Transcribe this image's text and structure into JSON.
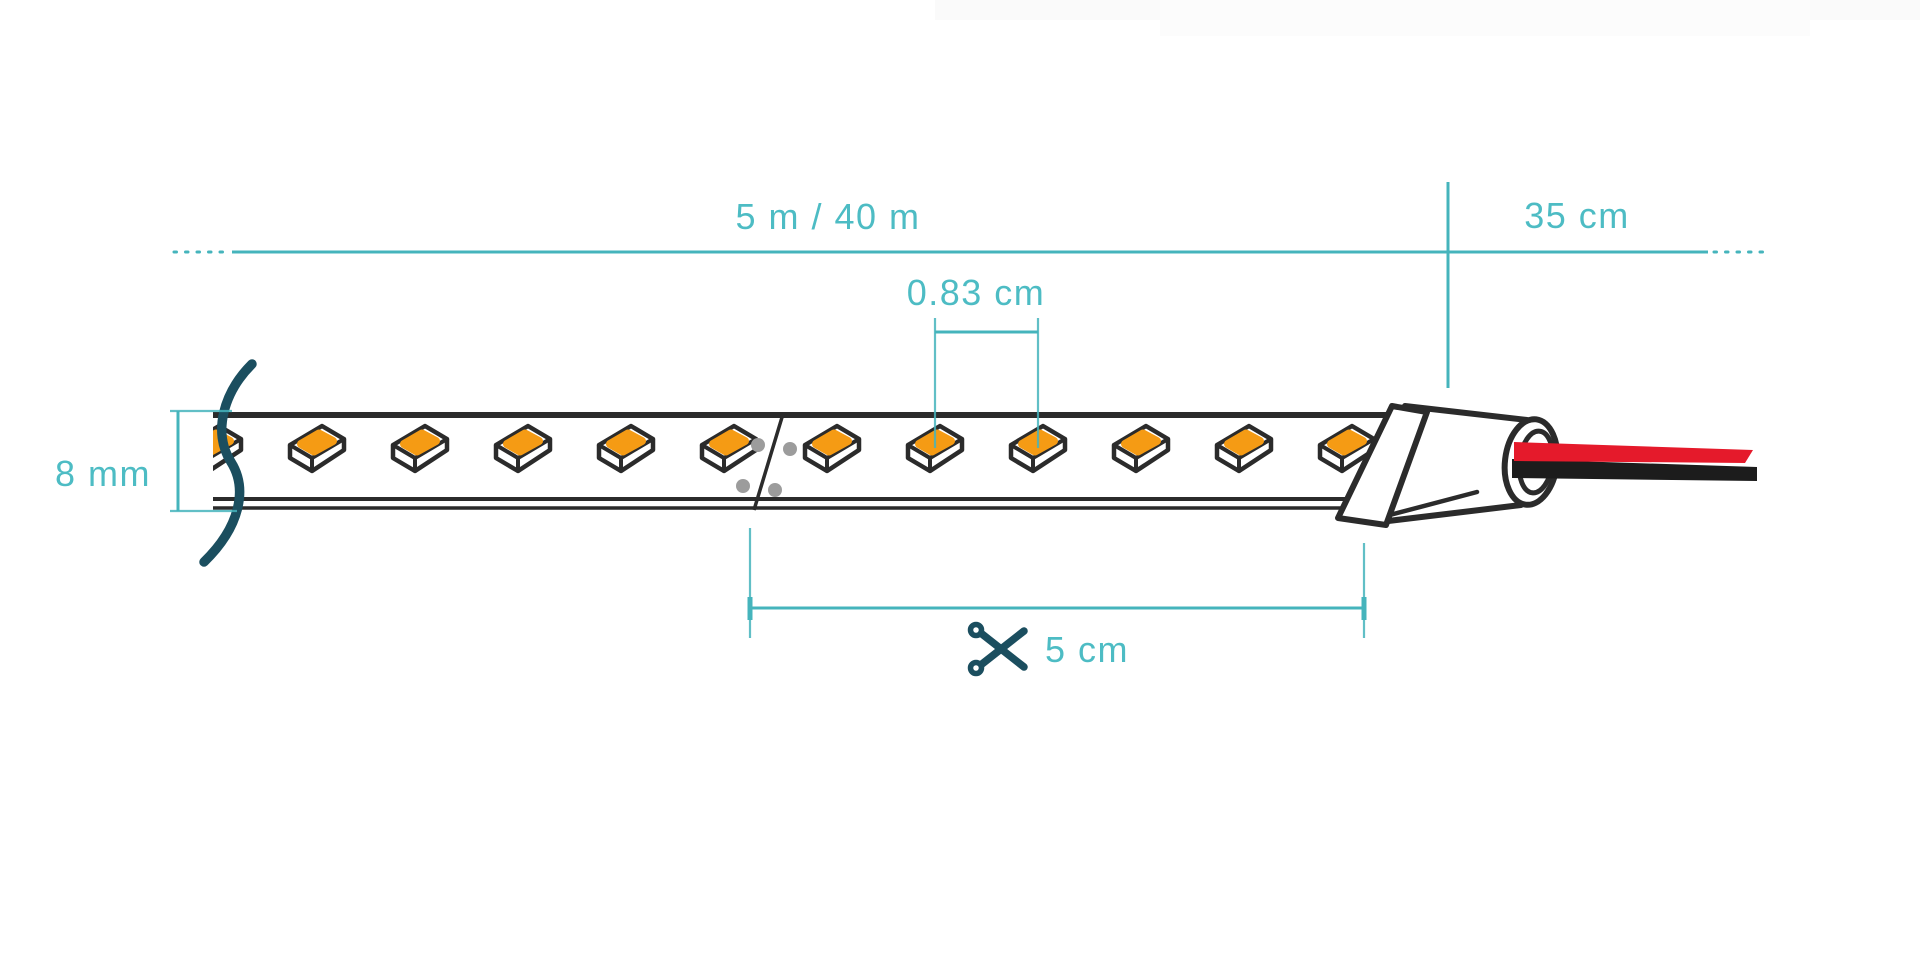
{
  "diagram": {
    "type": "led-strip-dimension-diagram",
    "dimensions": {
      "total_length": "5 m / 40 m",
      "connector_lead": "35 cm",
      "led_pitch": "0.83 cm",
      "strip_width": "8 mm",
      "cut_interval": "5 cm"
    },
    "icons": {
      "scissors": "cut-here",
      "break_mark": "strip-continues"
    },
    "led_modules_visible": 12,
    "wires": [
      "red",
      "black"
    ]
  },
  "colors": {
    "teal_line": "#45b4bc",
    "teal_text": "#4dbcc4",
    "teal_dark": "#1b4e5f",
    "ink": "#2b2b2b",
    "orange": "#f59b14",
    "wire_red": "#e51a2b",
    "wire_black": "#1c1c1c",
    "pad_gray": "#9c9c9c"
  }
}
